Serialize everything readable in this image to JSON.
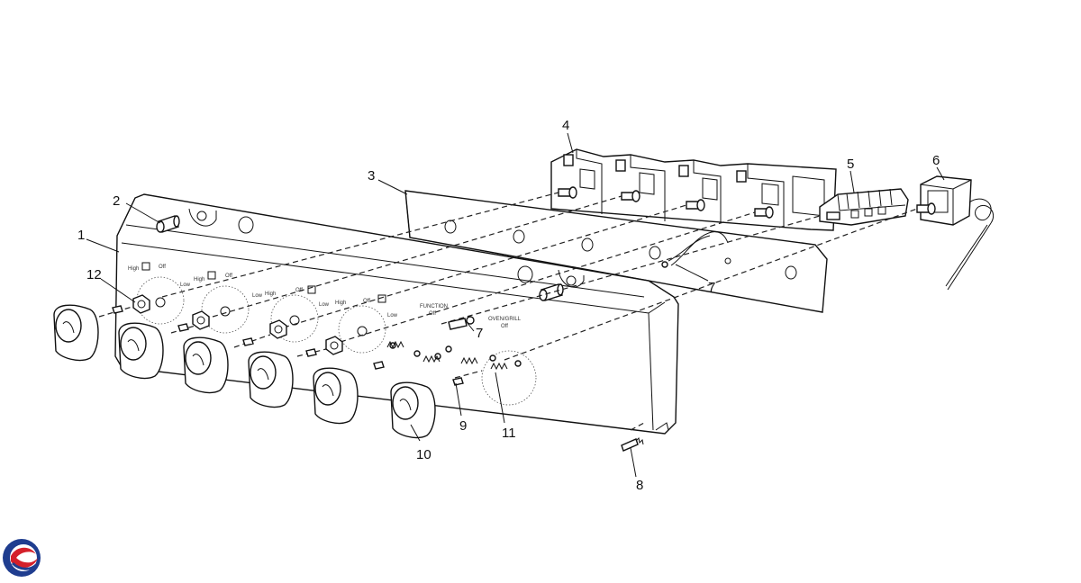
{
  "callouts": [
    "1",
    "2",
    "3",
    "4",
    "5",
    "6",
    "7",
    "7",
    "8",
    "9",
    "10",
    "11",
    "12"
  ],
  "panel_text": {
    "high": "High",
    "off": "Off",
    "low": "Low",
    "function": "FUNCTION",
    "function_off": "Off",
    "oven_grill": "OVEN/GRILL",
    "oven_off": "Off"
  },
  "logo_icon": "brand-logo-icon",
  "colors": {
    "line": "#111111",
    "logo_blue": "#1f3d8f",
    "logo_red": "#d4202a"
  }
}
